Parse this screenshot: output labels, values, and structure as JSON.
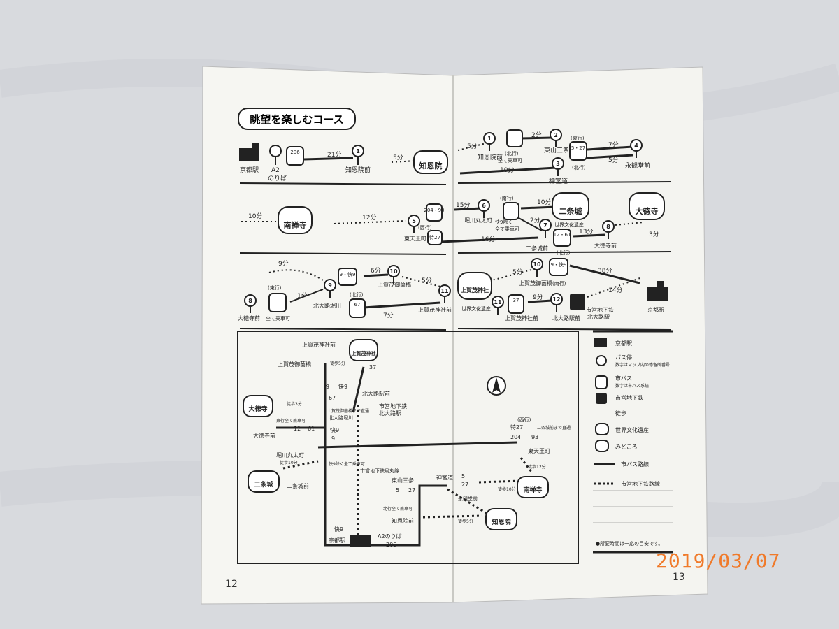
{
  "course_title": "眺望を楽しむコース",
  "page_left": "12",
  "page_right": "13",
  "date_stamp": "2019/03/07",
  "note": "●所要時間は一応の目安です。",
  "compass": "N",
  "row1": {
    "kyoto_station": "京都駅",
    "a2": "A2",
    "a2_sub": "のりば",
    "bus206": "206",
    "t21": "21分",
    "stop1_label": "知恩院前",
    "t5a": "5分",
    "chionin": "知恩院",
    "t5b": "5分",
    "chionin_mae_north": "知恩院前",
    "north_bound": "(北行)",
    "all_stop": "全て乗車可",
    "t2": "2分",
    "higashiyama": "東山三条",
    "east_bound": "(東行)",
    "bus5_27": "5・27",
    "north_bound2": "(北行)",
    "t7": "7分",
    "t5c": "5分",
    "eikando": "永観堂前",
    "t10": "10分",
    "jingumichi": "神宮道"
  },
  "row2": {
    "t10": "10分",
    "nanzenji": "南禅寺",
    "t12": "12分",
    "bus204_93": "204・93",
    "west_bound": "(西行)",
    "higashitenno": "東天王町",
    "bus_toku27": "特27",
    "t15": "15分",
    "horikawa": "堀川丸太町",
    "kai9": "快9除く",
    "all_stop": "全て乗車可",
    "south_bound": "(南行)",
    "t10b": "10分",
    "nijojo": "二条城",
    "world_heritage": "世界文化遺産",
    "t2": "2分",
    "daitokuji": "大徳寺",
    "t16": "16分",
    "nijojo_mae": "二条城前",
    "bus12_61": "12・61",
    "north_bound": "(北行)",
    "t13": "13分",
    "daitokuji_mae": "大徳寺前",
    "t3": "3分"
  },
  "row3": {
    "t9": "9分",
    "east_bound": "(東行)",
    "daitokuji_mae": "大徳寺前",
    "all_stop": "全て乗車可",
    "t1": "1分",
    "kitaoji_horikawa": "北大路堀川",
    "bus9kai9": "9・快9",
    "t6": "6分",
    "kamigamo_misono": "上賀茂御薗橋",
    "t5": "5分",
    "north_bound": "(北行)",
    "bus67": "67",
    "t7": "7分",
    "kamigamo_shrine_mae": "上賀茂神社前",
    "kamigamo_shrine": "上賀茂神社",
    "world_heritage": "世界文化遺産",
    "t5b": "5分",
    "kamigamo_misono2": "上賀茂御薗橋",
    "bus9kai9b": "9・快9",
    "south_bound": "(南行)",
    "t38": "38分",
    "t14": "14分",
    "kamigamo_shrine_mae2": "上賀茂神社前",
    "bus37": "37",
    "t9b": "9分",
    "kitaoji_eki": "北大路駅前",
    "subway": "市営地下鉄",
    "subway_station": "北大路駅",
    "kyoto_station": "京都駅"
  },
  "map": {
    "kamigamo_shrine_mae": "上賀茂神社前",
    "kamigamo_shrine": "上賀茂神社",
    "kamigamo_misono": "上賀茂御薗橋",
    "walk5": "徒歩5分",
    "bus37": "37",
    "bus9": "9",
    "kai9": "快9",
    "bus67": "67",
    "kitaoji_eki": "北大路駅前",
    "subway_label": "市営地下鉄",
    "subway_station": "北大路駅",
    "daitokuji": "大徳寺",
    "walk3": "徒歩3分",
    "all_stop_east": "東行全て乗車可",
    "bus12": "12",
    "bus61": "61",
    "daitokuji_mae": "大徳寺前",
    "kitaoji_horikawa": "北大路堀川",
    "misono_note": "上賀茂御薗橋まで直通",
    "horikawa": "堀川丸太町",
    "kai9_note": "快9除く全て乗車可",
    "walk10": "徒歩10分",
    "nijojo": "二条城",
    "nijojo_mae": "二条城前",
    "subway_line": "市営地下鉄烏丸線",
    "west_bound": "(西行)",
    "toku27": "特27",
    "direct_note": "二条城前まで直通",
    "bus204": "204",
    "bus93": "93",
    "higashitenno": "東天王町",
    "walk12": "徒歩12分",
    "higashiyama": "東山三条",
    "bus5": "5",
    "bus27": "27",
    "jingumichi": "神宮道",
    "eikando": "永観堂前",
    "walk10b": "徒歩10分",
    "nanzenji": "南禅寺",
    "north_all": "北行全て乗車可",
    "chionin_mae": "知恩院前",
    "walk5b": "徒歩5分",
    "chionin": "知恩院",
    "kyoto_station": "京都駅",
    "a2": "A2のりば",
    "bus206": "206"
  },
  "legend": {
    "kyoto_station": "京都駅",
    "bus_stop": "バス停",
    "bus_stop_sub": "数字はマップ内の停留所番号",
    "city_bus": "市バス",
    "city_bus_sub": "数字は市バス系統",
    "subway": "市営地下鉄",
    "walk": "徒歩",
    "world_heritage": "世界文化遺産",
    "sight": "みどころ",
    "bus_line": "市バス路線",
    "subway_line": "市営地下鉄路線"
  },
  "colors": {
    "ink": "#222222",
    "paper": "#f7f7f4",
    "date": "#f07a2a",
    "background": "#d9dbe0"
  }
}
